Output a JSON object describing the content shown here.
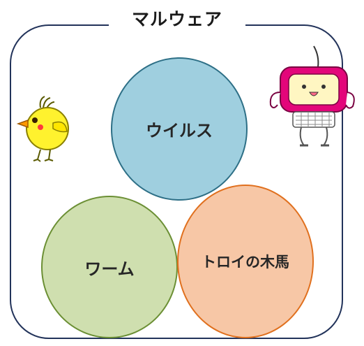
{
  "diagram": {
    "title": "マルウェア",
    "circles": [
      {
        "id": "virus",
        "label": "ウイルス",
        "fill": "#9fcfdf",
        "stroke": "#2d6f86"
      },
      {
        "id": "worm",
        "label": "ワーム",
        "fill": "#cfdfaf",
        "stroke": "#6b8f34"
      },
      {
        "id": "trojan",
        "label": "トロイの木馬",
        "fill": "#f7c7a6",
        "stroke": "#e0701e"
      }
    ],
    "frame_color": "#22335a",
    "illustrations": [
      "chick-illustration",
      "robot-tv-illustration"
    ]
  }
}
